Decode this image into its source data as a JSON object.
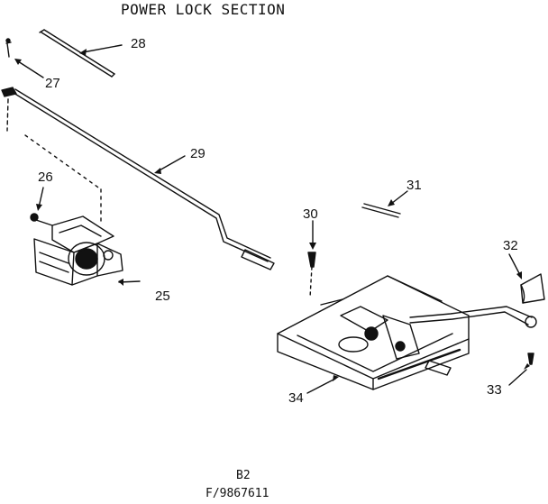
{
  "title": "POWER LOCK SECTION",
  "parts": [
    {
      "label": "25"
    },
    {
      "label": "26"
    },
    {
      "label": "27"
    },
    {
      "label": "28"
    },
    {
      "label": "29"
    },
    {
      "label": "30"
    },
    {
      "label": "31"
    },
    {
      "label": "32"
    },
    {
      "label": "33"
    },
    {
      "label": "34"
    }
  ],
  "footer": {
    "page_code": "B2",
    "drawing_number": "F/9867611"
  }
}
